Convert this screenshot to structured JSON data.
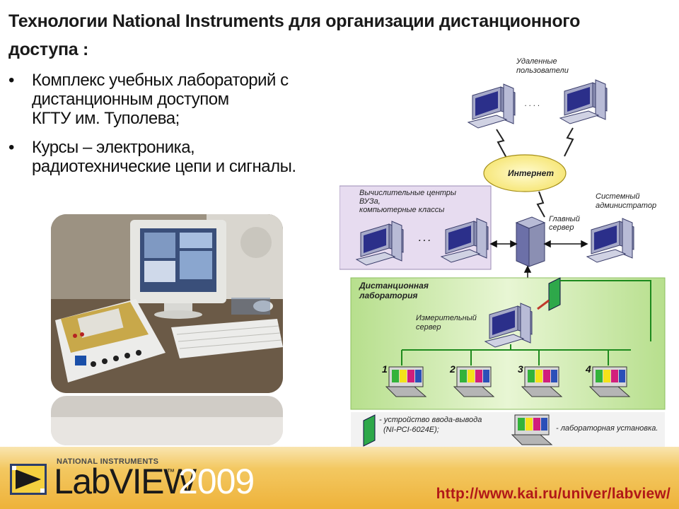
{
  "slide": {
    "title_line1": "Технологии National Instruments для организации дистанционного",
    "title_line2": "доступа :",
    "bullets": [
      {
        "lines": [
          "Комплекс учебных лабораторий с",
          "дистанционным доступом",
          "КГТУ им. Туполева;"
        ]
      },
      {
        "lines": [
          "Курсы – электроника,",
          "радиотехнические цепи и сигналы."
        ]
      }
    ]
  },
  "diagram": {
    "remote_users_label": [
      "Удаленные",
      "пользователи"
    ],
    "dots": ". . . .",
    "internet_label": "Интернет",
    "computing_centers_label": [
      "Вычислительные центры",
      "ВУЗа,",
      "компьютерные классы"
    ],
    "cc_dots": ". . .",
    "main_server_label": [
      "Главный",
      "сервер"
    ],
    "sysadmin_label": [
      "Системный",
      "администратор"
    ],
    "remote_lab_label": [
      "Дистанционная",
      "лаборатория"
    ],
    "measuring_server_label": [
      "Измерительный",
      "сервер"
    ],
    "stations": [
      "1",
      "2",
      "3",
      "4"
    ],
    "legend_device": [
      "- устройство ввода-вывода",
      "(NI-PCI-6024E);"
    ],
    "legend_setup": "- лабораторная установка."
  },
  "footer": {
    "brand_small": "NATIONAL INSTRUMENTS",
    "product": "LabVIEW",
    "tm": "™",
    "year": "2009",
    "url": "http://www.kai.ru/univer/labview/"
  },
  "colors": {
    "footer_gold": "#eeb23a",
    "url_red": "#b11818",
    "monitor_blue": "#2b2f8a",
    "internet_yellow": "#fff39a",
    "lab_green": "#c9e7a3",
    "centers_purple": "#e7dcf0",
    "line_green": "#1d8a1d"
  }
}
